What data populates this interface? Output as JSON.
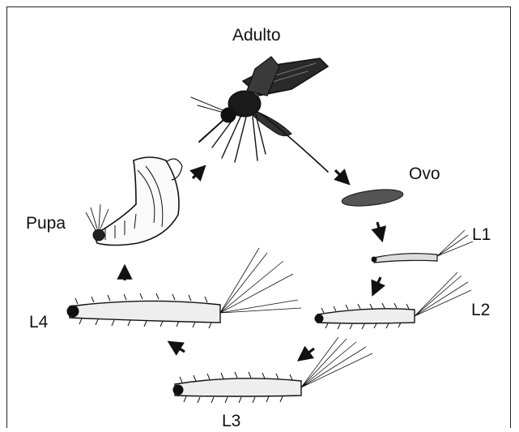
{
  "diagram": {
    "stages": {
      "adult": "Adulto",
      "egg": "Ovo",
      "larva1": "L1",
      "larva2": "L2",
      "larva3": "L3",
      "larva4": "L4",
      "pupa": "Pupa"
    },
    "colors": {
      "ink": "#111111",
      "egg_fill": "#555555",
      "wing_fill": "#2a2a2a",
      "background": "#ffffff"
    }
  }
}
